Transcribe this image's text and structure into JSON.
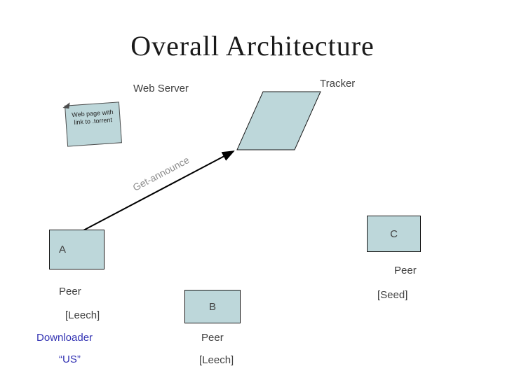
{
  "slide": {
    "title": "Overall Architecture",
    "web_server_label": "Web Server",
    "tracker_label": "Tracker",
    "note_text": "Web page with link to .torrent",
    "arrow_label": "Get-announce",
    "node_a": "A",
    "node_b": "B",
    "node_c": "C",
    "peer_left": {
      "line1": "Peer",
      "line2": "[Leech]",
      "line3": "Downloader",
      "line4": "“US”"
    },
    "peer_mid": {
      "line1": "Peer",
      "line2": "[Leech]"
    },
    "peer_right": {
      "line1": "Peer",
      "line2": "[Seed]"
    }
  },
  "colors": {
    "shape_fill": "#bdd7da",
    "shape_border": "#1a1a1a",
    "text_dark": "#404040",
    "text_blue": "#3333b3",
    "arrow_label_color": "#8c8c8c",
    "title_color": "#1a1a1a"
  }
}
